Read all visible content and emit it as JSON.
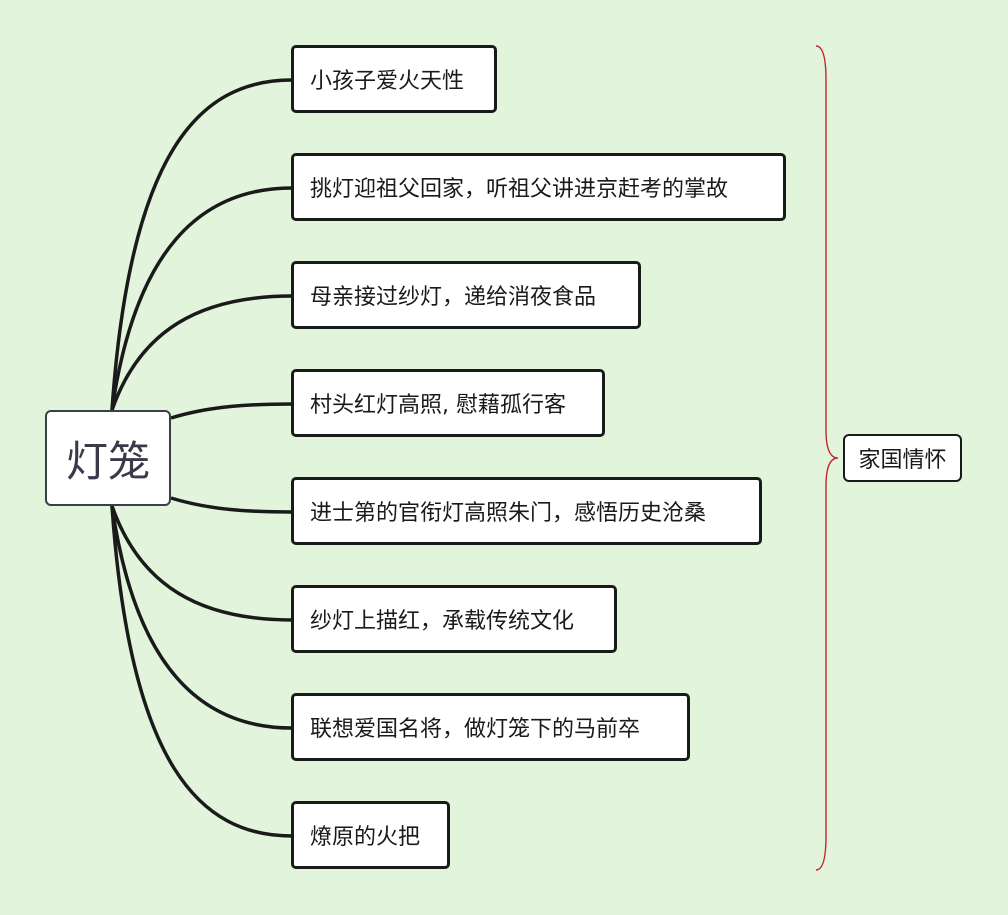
{
  "mindmap": {
    "root": "灯笼",
    "branches": [
      "小孩子爱火天性",
      "挑灯迎祖父回家，听祖父讲进京赶考的掌故",
      "母亲接过纱灯，递给消夜食品",
      "村头红灯高照, 慰藉孤行客",
      "进士第的官衔灯高照朱门，感悟历史沧桑",
      "纱灯上描红，承载传统文化",
      "联想爱国名将，做灯笼下的马前卒",
      "燎原的火把"
    ],
    "summary": "家国情怀"
  },
  "colors": {
    "background": "#e3f4dc",
    "node_fill": "#ffffff",
    "line": "#1a1a1a",
    "brace": "#c0282d"
  }
}
